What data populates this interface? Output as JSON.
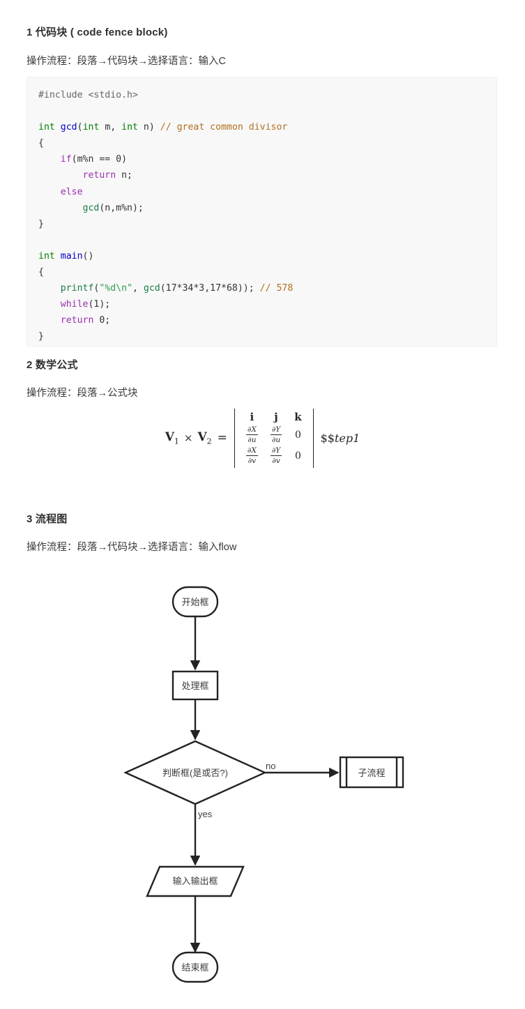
{
  "sections": [
    {
      "heading": "1 代码块 ( code fence block)",
      "paragraph": "操作流程：段落→代码块→选择语言：输入C"
    },
    {
      "heading": "2 数学公式",
      "paragraph": "操作流程：段落→公式块"
    },
    {
      "heading": "3 流程图",
      "paragraph": "操作流程：段落→代码块→选择语言：输入flow"
    }
  ],
  "code_block": {
    "language": "C",
    "background": "#f8f8f8",
    "lines": [
      "#include <stdio.h>",
      "",
      "int gcd(int m, int n) // great common divisor",
      "{",
      "    if(m%n == 0)",
      "        return n;",
      "    else",
      "        gcd(n,m%n);",
      "}",
      "",
      "int main()",
      "{",
      "    printf(\"%d\\n\", gcd(17*34*3,17*68)); // 578",
      "    while(1);",
      "    return 0;",
      "}"
    ],
    "token_colors": {
      "preprocessor": "#666666",
      "keyword_type": "#008000",
      "function_name": "#0000cc",
      "control_keyword": "#9b30b0",
      "comment": "#b07020",
      "string": "#2e9e4f",
      "plain": "#333333"
    }
  },
  "formula": {
    "lhs_v1": "V",
    "lhs_v1_sub": "1",
    "times": "×",
    "lhs_v2": "V",
    "lhs_v2_sub": "2",
    "equals": "=",
    "matrix": {
      "header": [
        "i",
        "j",
        "k"
      ],
      "row1": [
        {
          "num": "∂X",
          "den": "∂u"
        },
        {
          "num": "∂Y",
          "den": "∂u"
        },
        {
          "value": "0"
        }
      ],
      "row2": [
        {
          "num": "∂X",
          "den": "∂v"
        },
        {
          "num": "∂Y",
          "den": "∂v"
        },
        {
          "value": "0"
        }
      ]
    },
    "trailing_text": "$$tep1",
    "trailing_dollars": "$$",
    "trailing_italic": "tep1"
  },
  "flowchart": {
    "nodes": [
      {
        "id": "start",
        "label": "开始框",
        "shape": "stadium"
      },
      {
        "id": "process",
        "label": "处理框",
        "shape": "rectangle"
      },
      {
        "id": "decision",
        "label": "判断框(是或否?)",
        "shape": "diamond"
      },
      {
        "id": "subroutine",
        "label": "子流程",
        "shape": "subroutine"
      },
      {
        "id": "io",
        "label": "输入输出框",
        "shape": "parallelogram"
      },
      {
        "id": "end",
        "label": "结束框",
        "shape": "stadium"
      }
    ],
    "edges": [
      {
        "from": "start",
        "to": "process",
        "label": ""
      },
      {
        "from": "process",
        "to": "decision",
        "label": ""
      },
      {
        "from": "decision",
        "to": "subroutine",
        "label": "no"
      },
      {
        "from": "decision",
        "to": "io",
        "label": "yes"
      },
      {
        "from": "io",
        "to": "end",
        "label": ""
      }
    ],
    "stroke_color": "#232323",
    "fill_color": "#ffffff"
  }
}
